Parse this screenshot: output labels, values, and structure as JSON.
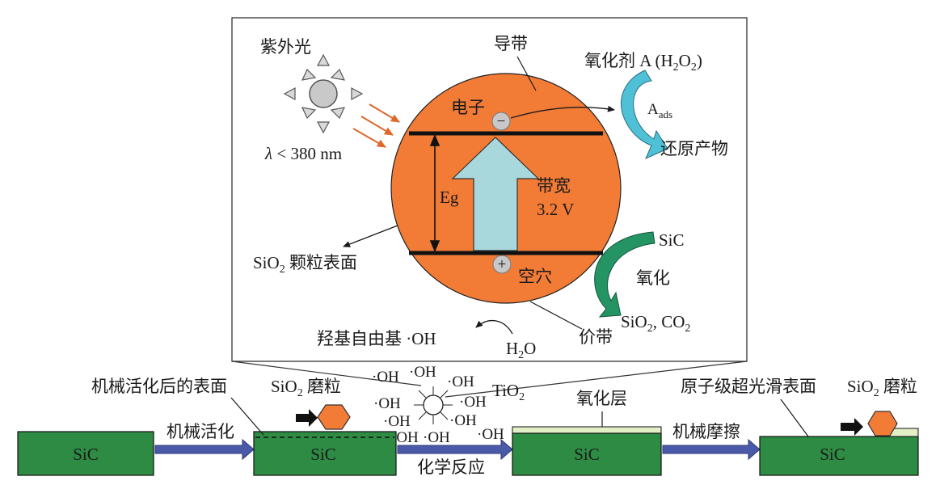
{
  "colors": {
    "particle": "#f27b36",
    "sic_green": "#2e8b43",
    "arrow_blue": "#4a5aa8",
    "arrow_cyan": "#4fc1d6",
    "arrow_green": "#249464",
    "gap_arrow": "#a9d8dc",
    "light_ray": "#e0672a",
    "oxide_layer": "#e3efc6"
  },
  "labels": {
    "uv_light": "紫外光",
    "wavelength_symbol": "λ",
    "wavelength_rest": " < 380 nm",
    "conduction_band": "导带",
    "oxidant_prefix": "氧化剂 A (H",
    "oxidant_sub1": "2",
    "oxidant_mid": "O",
    "oxidant_sub2": "2",
    "oxidant_suffix": ")",
    "a_ads_main": "A",
    "a_ads_sub": "ads",
    "electron": "电子",
    "reduction_product": "还原产物",
    "eg": "Eg",
    "bandgap": "带宽",
    "bandgap_value": "3.2 V",
    "sio2_surface_main": "SiO",
    "sio2_surface_sub": "2",
    "sio2_surface_rest": " 颗粒表面",
    "sic_reactant": "SiC",
    "oxidation": "氧化",
    "hole": "空穴",
    "products_a": "SiO",
    "products_sub1": "2",
    "products_b": ", CO",
    "products_sub2": "2",
    "valence_band": "价带",
    "hydroxyl_radical": "羟基自由基  ·OH",
    "water_main": "H",
    "water_sub": "2",
    "water_rest": "O",
    "tio2_main": "TiO",
    "tio2_sub": "2",
    "oh": "·OH",
    "minus": "−",
    "plus": "+",
    "mech_activated_surface": "机械活化后的表面",
    "sio2_abrasive1_main": "SiO",
    "sio2_abrasive1_sub": "2",
    "sio2_abrasive1_rest": " 磨粒",
    "oxide_layer": "氧化层",
    "ultra_smooth": "原子级超光滑表面",
    "sio2_abrasive2_main": "SiO",
    "sio2_abrasive2_sub": "2",
    "sio2_abrasive2_rest": " 磨粒",
    "mech_activation": "机械活化",
    "chemical_reaction": "化学反应",
    "mech_friction": "机械摩擦",
    "sic1": "SiC",
    "sic2": "SiC",
    "sic3": "SiC",
    "sic4": "SiC"
  }
}
